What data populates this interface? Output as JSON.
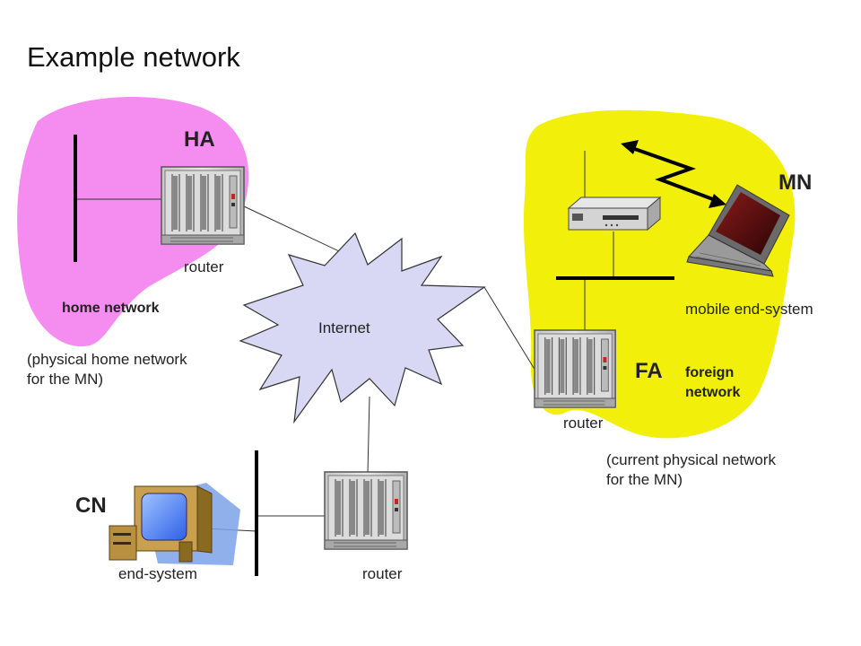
{
  "title": "Example network",
  "nodes": {
    "ha": "HA",
    "mn": "MN",
    "fa": "FA",
    "cn": "CN"
  },
  "labels": {
    "router_home": "router",
    "router_foreign": "router",
    "router_cn": "router",
    "home_network": "home network",
    "home_note_line1": "(physical home network",
    "home_note_line2": "for the MN)",
    "internet": "Internet",
    "mobile_end_system": "mobile end-system",
    "foreign_network_line1": "foreign",
    "foreign_network_line2": "network",
    "foreign_note_line1": "(current physical network",
    "foreign_note_line2": "for the MN)",
    "end_system": "end-system"
  },
  "colors": {
    "home_region": "#f58cf0",
    "foreign_region": "#f2ef0a",
    "internet_fill": "#d8d8f4",
    "monitor_screen": "#4f86ff",
    "monitor_body": "#c9a050"
  },
  "icons": [
    "router-icon",
    "wireless-access-point-icon",
    "laptop-icon",
    "desktop-computer-icon",
    "radio-link-icon"
  ]
}
